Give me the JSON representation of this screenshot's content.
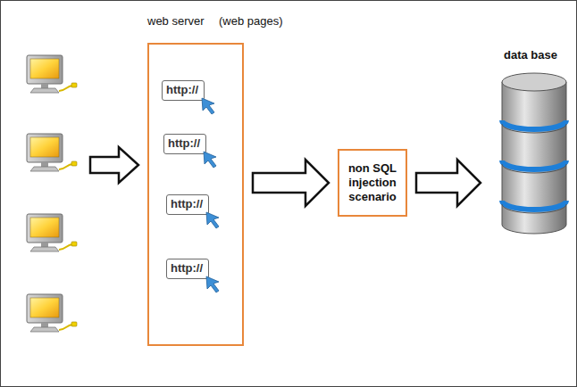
{
  "diagram": {
    "nodes": [
      {
        "text": [
          "web server",
          "(web pages)"
        ]
      },
      {
        "text": [
          "http://"
        ],
        "in": 0
      },
      {
        "text": [
          "http://"
        ],
        "in": 0
      },
      {
        "text": [
          "http://"
        ],
        "in": 0
      },
      {
        "text": [
          "http://"
        ],
        "in": 0
      },
      {
        "text": [
          "non SQL injection scenario"
        ]
      },
      {
        "text": [
          "data base"
        ]
      }
    ],
    "edges": [
      {
        "from": 0,
        "to": 5,
        "arrow": "to"
      },
      {
        "from": 5,
        "to": 6,
        "arrow": "to"
      }
    ]
  }
}
